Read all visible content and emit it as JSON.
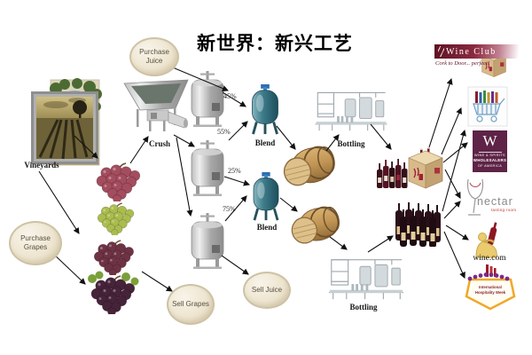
{
  "title": "新世界：新兴工艺",
  "ovals": {
    "purchase_juice": "Purchase Juice",
    "purchase_grapes": "Purchase Grapes",
    "sell_grapes": "Sell Grapes",
    "sell_juice": "Sell Juice"
  },
  "labels": {
    "vineyards": "Vineyards",
    "crush": "Crush",
    "blend_top": "Blend",
    "blend_bottom": "Blend",
    "bottling_top": "Bottling",
    "bottling_bottom": "Bottling"
  },
  "blend_ratios": {
    "tank1_to_top_blend": "45%",
    "tank2_to_top_blend": "55%",
    "tank2_to_bottom_blend": "25%",
    "tank3_to_bottom_blend": "75%"
  },
  "retailers": {
    "wine_club": {
      "name": "Wine Club",
      "tagline": "Cork to Door... perfect!"
    },
    "wswa": {
      "monogram": "W",
      "line1": "WINE & SPIRITS",
      "line2": "WHOLESALERS",
      "line3": "OF AMERICA"
    },
    "nectar": {
      "name": "nectar",
      "subtitle": "tasting room"
    },
    "wine_com": {
      "name": "wine.com"
    },
    "hospitality_week": {
      "line1": "International",
      "line2": "Hospitality Week"
    }
  },
  "colors": {
    "banner_maroon": "#5f1222",
    "wswa_purple": "#5e2346",
    "blend_teal": "#3e7c8b",
    "barrel_wood": "#c09454",
    "oval_fill": "#eee5d0",
    "arrow_black": "#111111"
  }
}
